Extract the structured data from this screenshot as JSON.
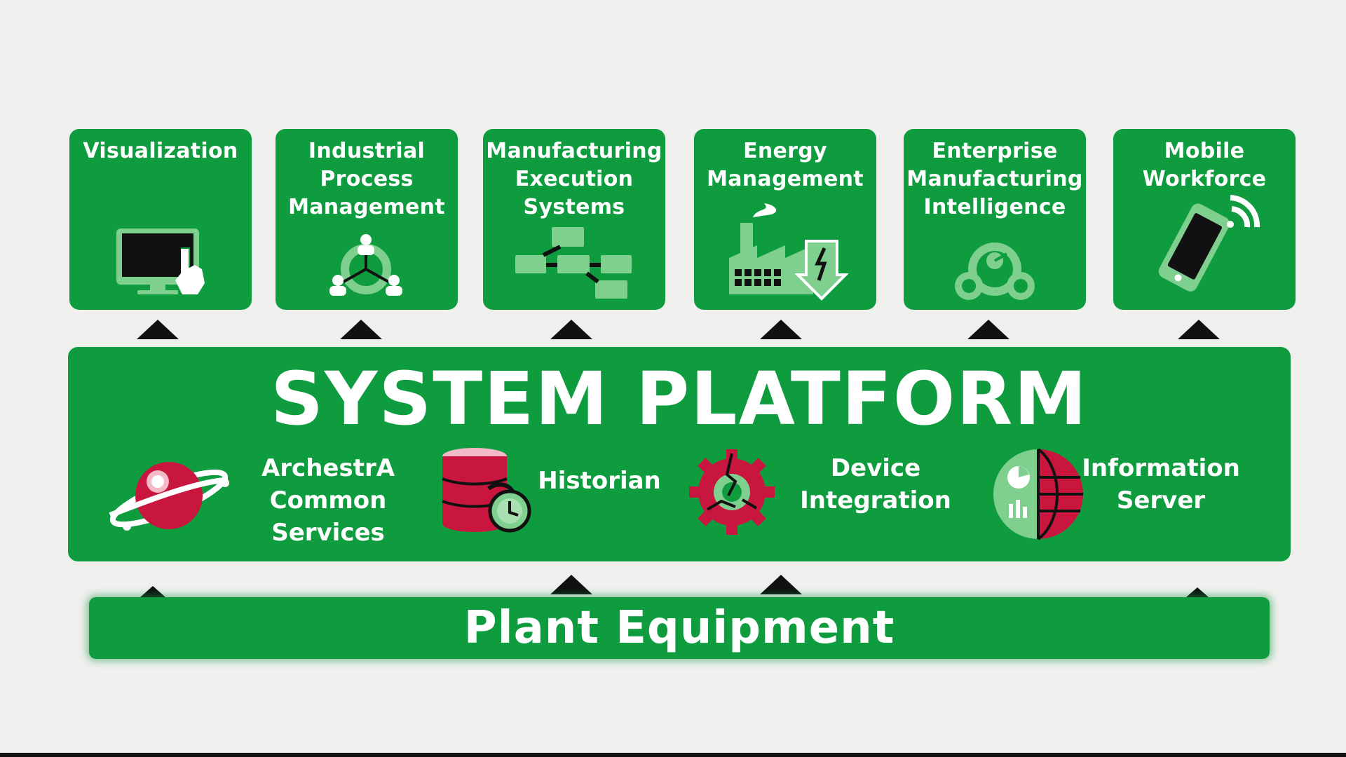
{
  "modules": [
    {
      "title": "Visualization",
      "icon": "monitor-touch-icon"
    },
    {
      "title": "Industrial\nProcess\nManagement",
      "icon": "people-cycle-icon"
    },
    {
      "title": "Manufacturing\nExecution\nSystems",
      "icon": "workflow-blocks-icon"
    },
    {
      "title": "Energy\nManagement",
      "icon": "factory-energy-icon"
    },
    {
      "title": "Enterprise\nManufacturing\nIntelligence",
      "icon": "gauges-icon"
    },
    {
      "title": "Mobile\nWorkforce",
      "icon": "mobile-phone-icon"
    }
  ],
  "platform": {
    "title": "SYSTEM PLATFORM",
    "services": [
      {
        "label": "ArchestrA\nCommon\nServices",
        "icon": "planet-icon"
      },
      {
        "label": "Historian",
        "icon": "database-clock-icon"
      },
      {
        "label": "Device\nIntegration",
        "icon": "gear-icon"
      },
      {
        "label": "Information\nServer",
        "icon": "globe-chart-icon"
      }
    ]
  },
  "equipment": {
    "label": "Plant Equipment"
  },
  "colors": {
    "green": "#0f9c3f",
    "light_green": "#7fd08f",
    "crimson": "#c8163f",
    "background": "#efefed",
    "arrow": "#111111"
  }
}
